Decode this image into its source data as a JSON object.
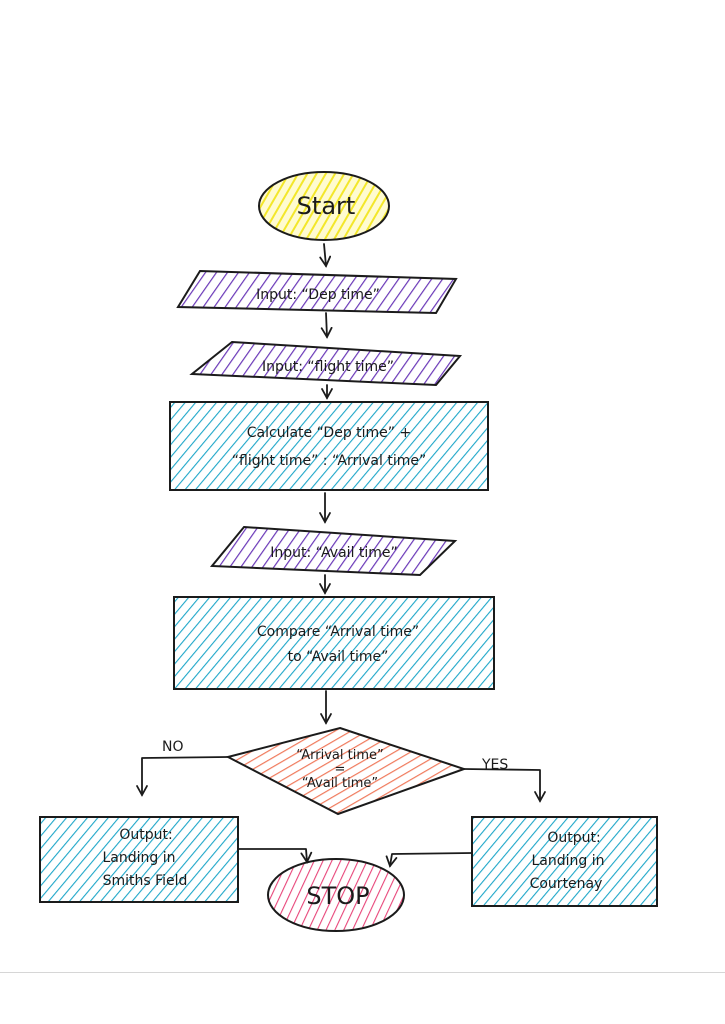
{
  "diagram": {
    "nodes": {
      "start": {
        "lines": [
          "Start"
        ]
      },
      "input_dep": {
        "lines": [
          "Input: “Dep time”"
        ]
      },
      "input_flight": {
        "lines": [
          "Input: “flight time”"
        ]
      },
      "calculate": {
        "lines": [
          "Calculate “Dep time” +",
          "“flight time” : “Arrival time”"
        ]
      },
      "input_avail": {
        "lines": [
          "Input: “Avail time”"
        ]
      },
      "compare": {
        "lines": [
          "Compare “Arrival time”",
          "to “Avail time”"
        ]
      },
      "decision": {
        "lines": [
          "“Arrival time”",
          "=",
          "“Avail time”"
        ]
      },
      "output_smiths": {
        "lines": [
          "Output:",
          "Landing in",
          "Smiths Field"
        ]
      },
      "output_courtenay": {
        "lines": [
          "Output:",
          "Landing in",
          "Courtenay"
        ]
      },
      "stop": {
        "lines": [
          "STOP"
        ]
      }
    },
    "edges": {
      "no_label": "NO",
      "yes_label": "YES"
    }
  },
  "colors": {
    "start": "#f3e72a",
    "input": "#6a38b8",
    "process": "#1fa7c9",
    "decision": "#f07a5c",
    "stop": "#e8467a",
    "ink": "#1b1b1b"
  }
}
